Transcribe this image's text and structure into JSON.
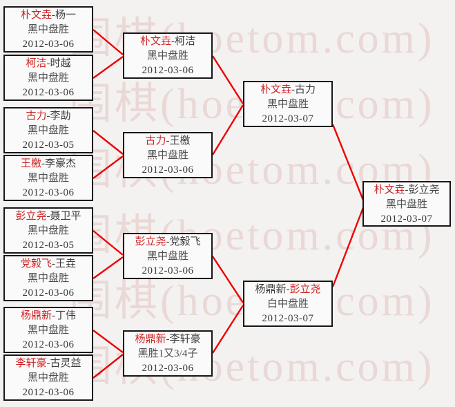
{
  "watermark": {
    "text": "围棋(hoetom.com)",
    "color": "#e9d8d6"
  },
  "colors": {
    "winner_name": "#cc2222",
    "connector_line": "#ee0000",
    "box_border": "#161616",
    "text": "#3c3c3c"
  },
  "bracket": {
    "rounds": [
      {
        "name": "round-1",
        "matches": [
          {
            "p1": "朴文垚",
            "p2": "杨一",
            "winner": "p1",
            "result": "黑中盘胜",
            "date": "2012-03-06"
          },
          {
            "p1": "柯洁",
            "p2": "时越",
            "winner": "p1",
            "result": "黑中盘胜",
            "date": "2012-03-06"
          },
          {
            "p1": "古力",
            "p2": "李劼",
            "winner": "p1",
            "result": "黑中盘胜",
            "date": "2012-03-05"
          },
          {
            "p1": "王檄",
            "p2": "李豪杰",
            "winner": "p1",
            "result": "黑中盘胜",
            "date": "2012-03-06"
          },
          {
            "p1": "彭立尧",
            "p2": "聂卫平",
            "winner": "p1",
            "result": "黑中盘胜",
            "date": "2012-03-05"
          },
          {
            "p1": "党毅飞",
            "p2": "王垚",
            "winner": "p1",
            "result": "黑中盘胜",
            "date": "2012-03-06"
          },
          {
            "p1": "杨鼎新",
            "p2": "丁伟",
            "winner": "p1",
            "result": "黑中盘胜",
            "date": "2012-03-06"
          },
          {
            "p1": "李轩豪",
            "p2": "古灵益",
            "winner": "p1",
            "result": "黑中盘胜",
            "date": "2012-03-06"
          }
        ]
      },
      {
        "name": "round-2",
        "matches": [
          {
            "p1": "朴文垚",
            "p2": "柯洁",
            "winner": "p1",
            "result": "黑中盘胜",
            "date": "2012-03-06"
          },
          {
            "p1": "古力",
            "p2": "王檄",
            "winner": "p1",
            "result": "黑中盘胜",
            "date": "2012-03-06"
          },
          {
            "p1": "彭立尧",
            "p2": "党毅飞",
            "winner": "p1",
            "result": "黑中盘胜",
            "date": "2012-03-06"
          },
          {
            "p1": "杨鼎新",
            "p2": "李轩豪",
            "winner": "p1",
            "result": "黑胜1又3/4子",
            "date": "2012-03-06"
          }
        ]
      },
      {
        "name": "semifinal",
        "matches": [
          {
            "p1": "朴文垚",
            "p2": "古力",
            "winner": "p1",
            "result": "黑中盘胜",
            "date": "2012-03-07"
          },
          {
            "p1": "杨鼎新",
            "p2": "彭立尧",
            "winner": "p2",
            "result": "白中盘胜",
            "date": "2012-03-07"
          }
        ]
      },
      {
        "name": "final",
        "matches": [
          {
            "p1": "朴文垚",
            "p2": "彭立尧",
            "winner": "p1",
            "result": "黑中盘胜",
            "date": "2012-03-07"
          }
        ]
      }
    ]
  }
}
